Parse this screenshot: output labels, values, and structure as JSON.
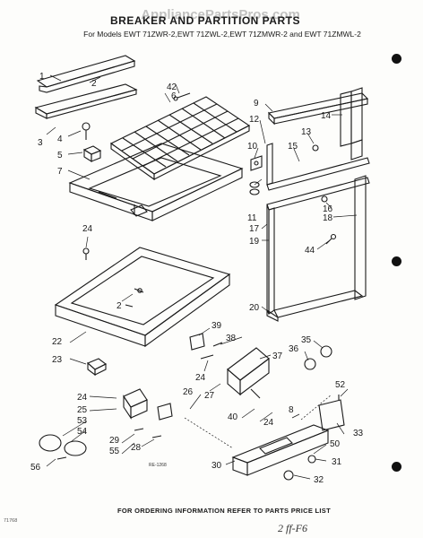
{
  "header": {
    "watermark": "AppliancePartsPros.com",
    "title": "BREAKER AND PARTITION PARTS",
    "subtitle": "For Models EWT 71ZWR-2,EWT 71ZWL-2,EWT 71ZMWR-2 and EWT 71ZMWL-2"
  },
  "callouts": {
    "c1": "1",
    "c2": "2",
    "c2b": "2",
    "c3": "3",
    "c4": "4",
    "c5": "5",
    "c6": "6",
    "c7": "7",
    "c8": "8",
    "c9": "9",
    "c10": "10",
    "c11": "11",
    "c12": "12",
    "c13": "13",
    "c14": "14",
    "c15": "15",
    "c16": "16",
    "c17": "17",
    "c18": "18",
    "c19": "19",
    "c20": "20",
    "c22": "22",
    "c23": "23",
    "c24a": "24",
    "c24b": "24",
    "c24c": "24",
    "c24d": "24",
    "c25": "25",
    "c26": "26",
    "c27": "27",
    "c28": "28",
    "c29": "29",
    "c30": "30",
    "c31": "31",
    "c32": "32",
    "c33": "33",
    "c35": "35",
    "c36": "36",
    "c37": "37",
    "c38": "38",
    "c39": "39",
    "c40": "40",
    "c42": "42",
    "c44": "44",
    "c50": "50",
    "c52": "52",
    "c53": "53",
    "c54": "54",
    "c55": "55",
    "c56": "56"
  },
  "figure_code": "RE-1268",
  "footer": "FOR ORDERING INFORMATION REFER TO PARTS PRICE LIST",
  "corner_code": "71768",
  "handwritten_note": "2 ff-F6"
}
